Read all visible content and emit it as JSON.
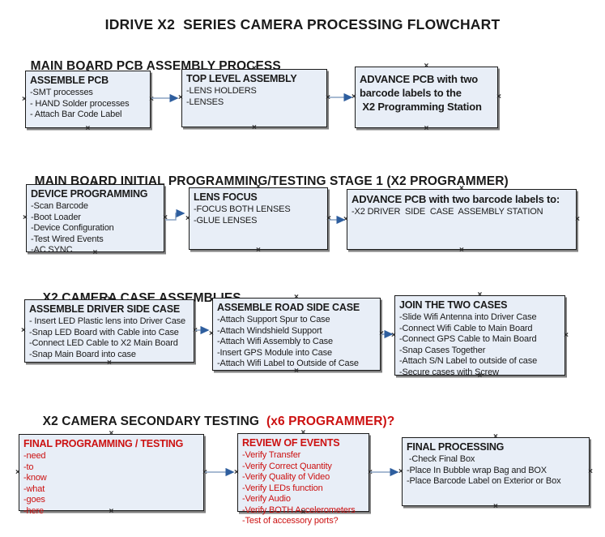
{
  "title": "IDRIVE X2  SERIES CAMERA PROCESSING FLOWCHART",
  "handle_glyph": "×",
  "colors": {
    "accent_red": "#CC1111",
    "box_fill": "#E8EEF7",
    "box_border": "#1A1A1A",
    "box_shadow": "#808080",
    "connector_line": "#8AA3C4",
    "connector_arrow": "#2E5E9E",
    "text": "#1A1A1A",
    "background": "#FFFFFF"
  },
  "sections": [
    {
      "heading": "MAIN BOARD PCB ASSEMBLY PROCESS",
      "heading_accent": "",
      "boxes": [
        {
          "title": "ASSEMBLE PCB",
          "items": [
            "-SMT processes",
            "- HAND Solder processes",
            "- Attach Bar Code Label"
          ]
        },
        {
          "title": "TOP LEVEL ASSEMBLY",
          "items": [
            "-LENS HOLDERS",
            "-LENSES"
          ]
        },
        {
          "title": "ADVANCE PCB with two\nbarcode labels to the\n X2 Programming Station",
          "items": []
        }
      ]
    },
    {
      "heading": "MAIN BOARD INITIAL PROGRAMMING/TESTING STAGE 1 (X2 PROGRAMMER)",
      "heading_accent": "",
      "boxes": [
        {
          "title": "DEVICE PROGRAMMING",
          "items": [
            "-Scan Barcode",
            "-Boot Loader",
            "-Device Configuration",
            "-Test Wired Events",
            "-AC SYNC"
          ]
        },
        {
          "title": "LENS FOCUS",
          "items": [
            "-FOCUS BOTH LENSES",
            "-GLUE LENSES"
          ]
        },
        {
          "title": "ADVANCE PCB with two barcode labels to:",
          "items": [
            "-X2 DRIVER  SIDE  CASE  ASSEMBLY STATION"
          ]
        }
      ]
    },
    {
      "heading": "X2 CAMERA CASE ASSEMBLIES",
      "heading_accent": "",
      "boxes": [
        {
          "title": "ASSEMBLE DRIVER SIDE CASE",
          "items": [
            "- Insert LED Plastic lens into Driver Case",
            "-Snap LED Board with Cable into Case",
            "-Connect LED Cable to X2 Main Board",
            "-Snap Main Board into case"
          ]
        },
        {
          "title": "ASSEMBLE ROAD SIDE CASE",
          "items": [
            "-Attach Support Spur to Case",
            "-Attach Windshield Support",
            "-Attach Wifi Assembly to Case",
            "-Insert GPS Module into Case",
            "-Attach Wifi Label to Outside of Case"
          ]
        },
        {
          "title": "JOIN THE TWO CASES",
          "items": [
            "-Slide Wifi Antenna into Driver Case",
            "-Connect Wifi Cable to Main Board",
            "-Connect GPS Cable to Main Board",
            "-Snap Cases Together",
            "-Attach S/N Label to outside of case",
            "-Secure cases with Screw"
          ]
        }
      ]
    },
    {
      "heading": "X2 CAMERA SECONDARY TESTING",
      "heading_accent": "(x6 PROGRAMMER)?",
      "boxes": [
        {
          "title": "FINAL PROGRAMMING / TESTING",
          "items": [
            "-need",
            "-to",
            "-know",
            "-what",
            "-goes",
            "-here"
          ]
        },
        {
          "title": "REVIEW OF EVENTS",
          "items": [
            "-Verify Transfer",
            "-Verify Correct Quantity",
            "-Verify Quality of Video",
            "-Verify LEDs function",
            "-Verify Audio",
            "-Verify BOTH Accelerometers",
            "-Test of accessory ports?"
          ]
        },
        {
          "title": "FINAL PROCESSING",
          "items": [
            " -Check Final Box",
            "-Place In Bubble wrap Bag and BOX",
            "-Place Barcode Label on Exterior or Box"
          ]
        }
      ]
    }
  ]
}
